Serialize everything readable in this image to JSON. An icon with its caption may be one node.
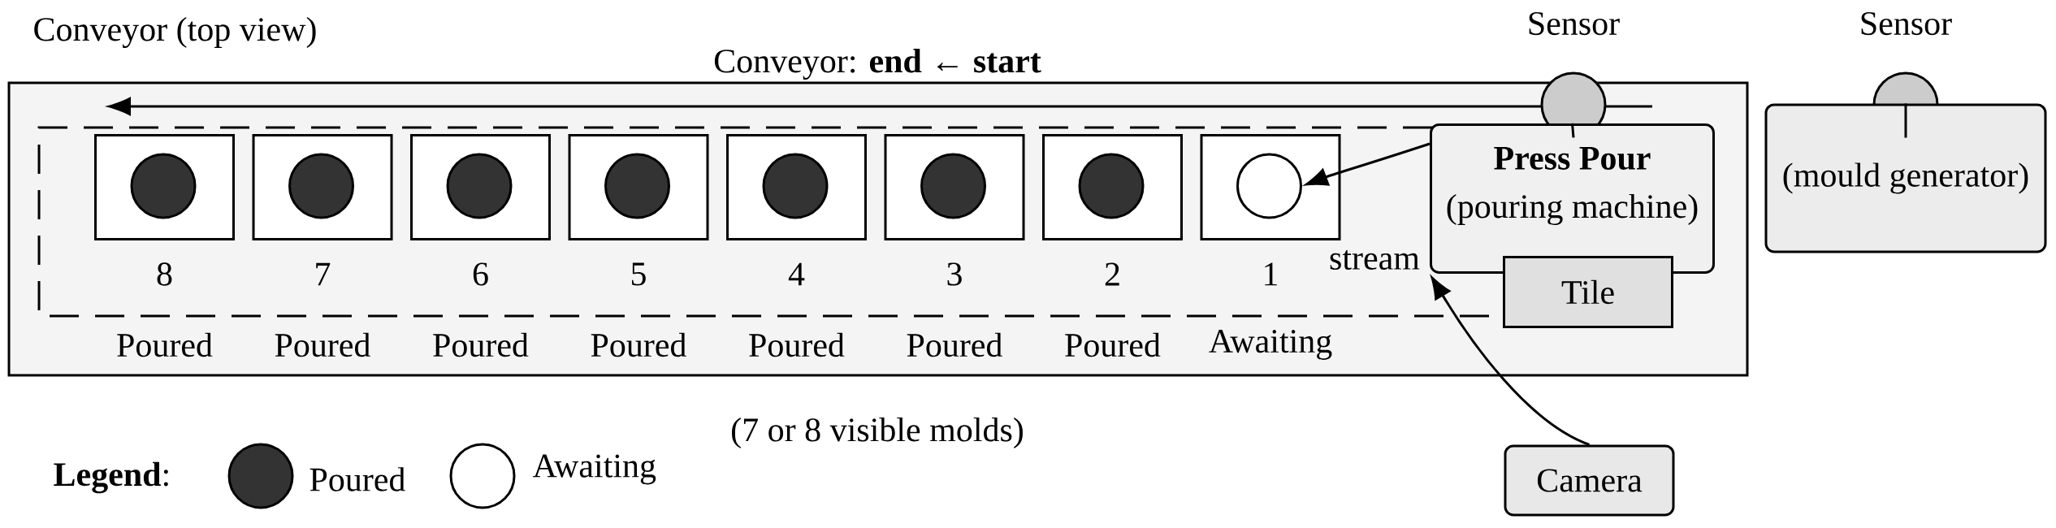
{
  "diagram": {
    "nodes": [
      {
        "text": [
          "Conveyor (top view)"
        ]
      },
      {
        "text": [],
        "shape": "box",
        "in": 0,
        "beside": [
          "8",
          "Poured"
        ]
      },
      {
        "text": [],
        "shape": "circle",
        "in": 1
      },
      {
        "text": [],
        "shape": "box",
        "in": 0,
        "beside": [
          "7",
          "Poured"
        ]
      },
      {
        "text": [],
        "shape": "circle",
        "in": 3
      },
      {
        "text": [],
        "shape": "box",
        "in": 0,
        "beside": [
          "6",
          "Poured"
        ]
      },
      {
        "text": [],
        "shape": "circle",
        "in": 5
      },
      {
        "text": [],
        "shape": "box",
        "in": 0,
        "beside": [
          "5",
          "Poured"
        ]
      },
      {
        "text": [],
        "shape": "circle",
        "in": 7
      },
      {
        "text": [],
        "shape": "box",
        "in": 0,
        "beside": [
          "4",
          "Poured"
        ]
      },
      {
        "text": [],
        "shape": "circle",
        "in": 9
      },
      {
        "text": [],
        "shape": "box",
        "in": 0,
        "beside": [
          "3",
          "Poured"
        ]
      },
      {
        "text": [],
        "shape": "circle",
        "in": 11
      },
      {
        "text": [],
        "shape": "box",
        "in": 0,
        "beside": [
          "2",
          "Poured"
        ]
      },
      {
        "text": [],
        "shape": "circle",
        "in": 13
      },
      {
        "text": [],
        "shape": "box",
        "in": 0,
        "beside": [
          "1",
          "Awaiting"
        ]
      },
      {
        "text": [],
        "shape": "circle",
        "in": 15
      },
      {
        "text": [
          "Sensor"
        ]
      },
      {
        "text": [
          "Press Pour",
          "(pouring machine)"
        ],
        "in": 0
      },
      {
        "text": [
          "Tile"
        ],
        "in": 0
      },
      {
        "text": [
          "Sensor"
        ]
      },
      {
        "text": [
          "(mould generator)"
        ]
      },
      {
        "text": [
          "Camera"
        ]
      }
    ],
    "edges": [
      {
        "from": 17,
        "to": 18,
        "arrow": "none"
      },
      {
        "from": 18,
        "to": 16,
        "arrow": "to",
        "label": "stream"
      },
      {
        "from": 20,
        "to": 21,
        "arrow": "none"
      },
      {
        "from": 22,
        "to": 18,
        "arrow": "to"
      }
    ],
    "labels": [
      "Conveyor: **end** ← **start**",
      "(7 or 8 visible molds)",
      "**Legend**:"
    ],
    "legend": [
      {
        "text": "Poured",
        "color": "#333333"
      },
      {
        "text": "Awaiting"
      }
    ]
  }
}
